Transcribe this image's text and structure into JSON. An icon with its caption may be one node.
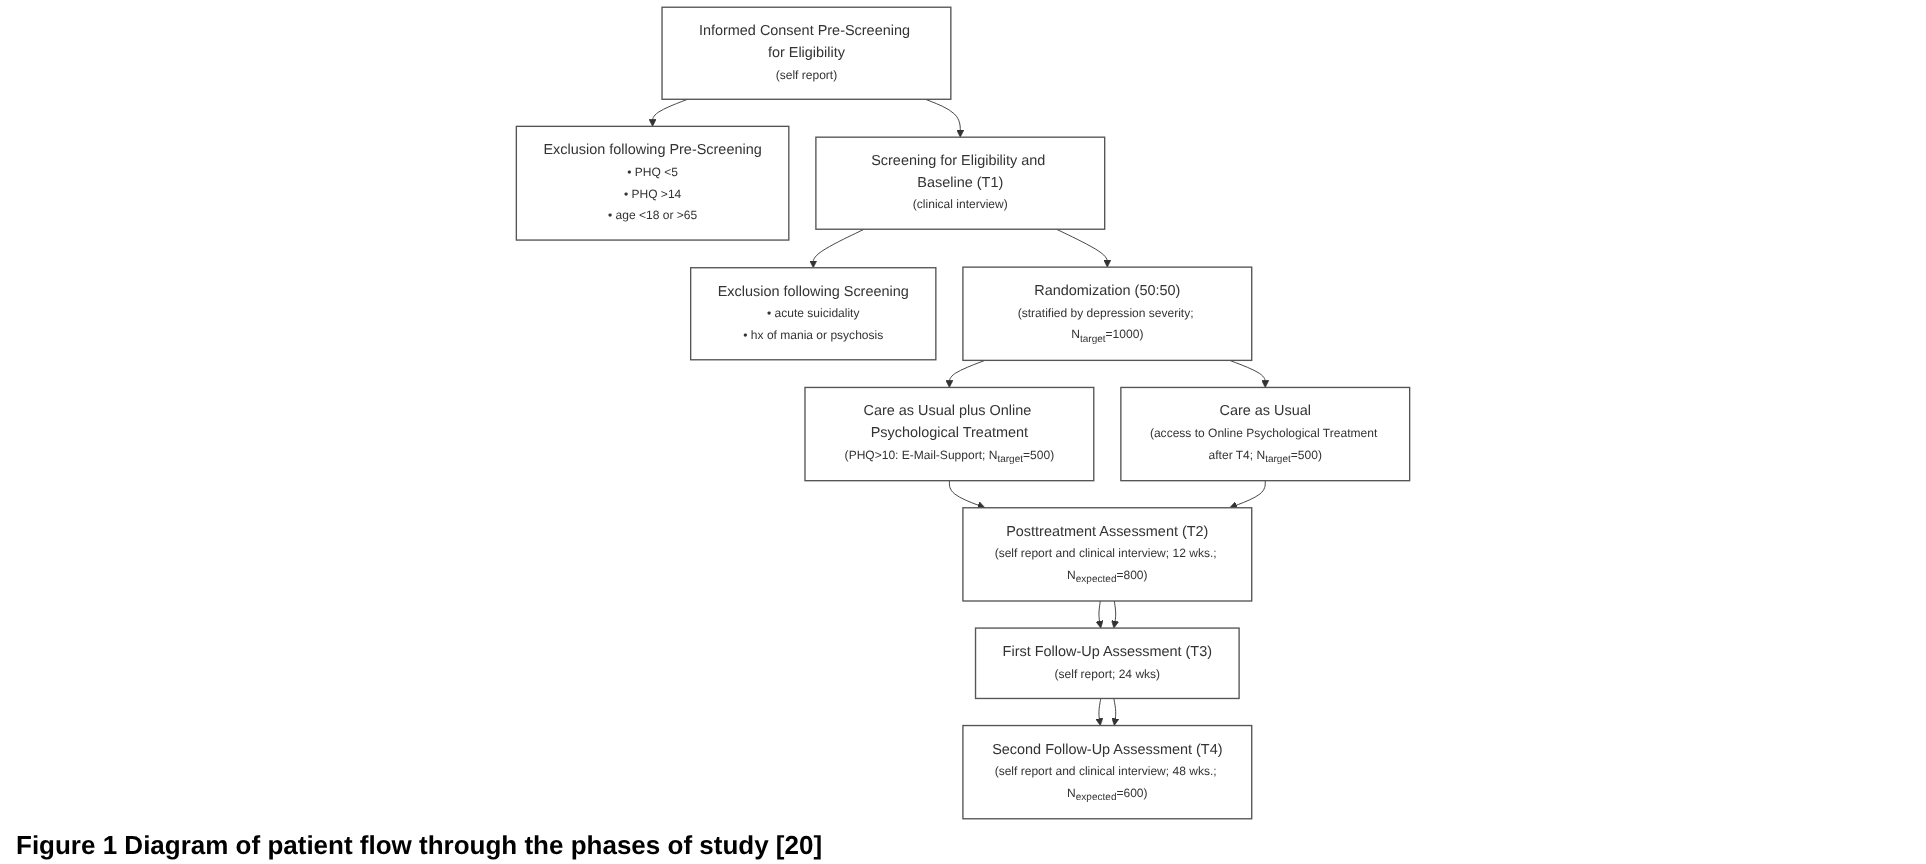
{
  "diagram": {
    "caption": "Figure 1 Diagram of patient flow through the phases of study [20]",
    "nodes": [
      {
        "text": [
          "Informed Consent Pre-Screening for Eligibility",
          "(self report)"
        ]
      },
      {
        "text": [
          "Exclusion following Pre-Screening",
          "• PHQ <5",
          "• PHQ >14",
          "• age <18 or >65"
        ]
      },
      {
        "text": [
          "Screening for Eligibility and Baseline (T1)",
          "(clinical interview)"
        ]
      },
      {
        "text": [
          "Exclusion following Screening",
          "• acute suicidality",
          "• hx of mania or psychosis"
        ]
      },
      {
        "text": [
          "Randomization (50:50)",
          "(stratified by depression severity; N$_{target}$=1000)"
        ]
      },
      {
        "text": [
          "Care as Usual plus Online Psychological Treatment",
          "(PHQ>10: E-Mail-Support; N$_{target}$=500)"
        ]
      },
      {
        "text": [
          "Care as Usual",
          "(access to Online Psychological Treatment after T4; N$_{target}$=500)"
        ]
      },
      {
        "text": [
          "Posttreatment Assessment (T2)",
          "(self report and clinical interview; 12 wks.; N$_{expected}$=800)"
        ]
      },
      {
        "text": [
          "First Follow-Up Assessment (T3)",
          "(self report; 24 wks)"
        ]
      },
      {
        "text": [
          "Second Follow-Up Assessment (T4)",
          "(self report and clinical interview; 48 wks.; N$_{expected}$=600)"
        ]
      }
    ],
    "edges": [
      {
        "from": 0,
        "to": 2,
        "arrow": "to"
      },
      {
        "from": 0,
        "to": 1,
        "arrow": "to"
      },
      {
        "from": 2,
        "to": 4,
        "arrow": "to"
      },
      {
        "from": 2,
        "to": 3,
        "arrow": "to"
      },
      {
        "from": 4,
        "to": 5,
        "arrow": "to"
      },
      {
        "from": 4,
        "to": 6,
        "arrow": "to"
      },
      {
        "from": 5,
        "to": 7,
        "arrow": "to"
      },
      {
        "from": 6,
        "to": 7,
        "arrow": "to"
      },
      {
        "from": 7,
        "to": 8,
        "arrow": "to"
      },
      {
        "from": 7,
        "to": 8,
        "arrow": "to"
      },
      {
        "from": 8,
        "to": 9,
        "arrow": "to"
      },
      {
        "from": 8,
        "to": 9,
        "arrow": "to"
      }
    ]
  }
}
